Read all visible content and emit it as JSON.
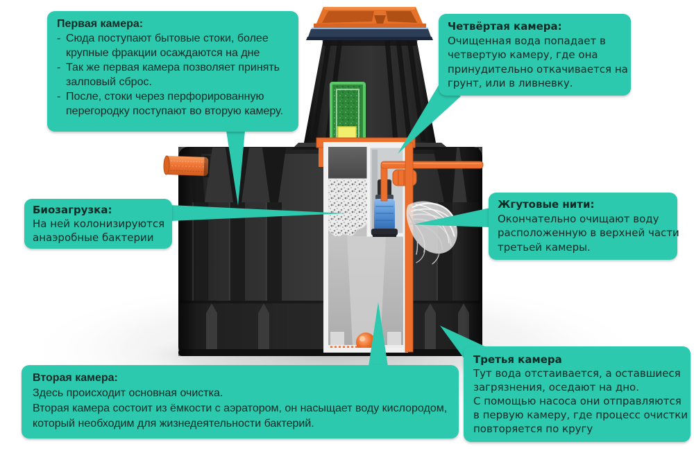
{
  "colors": {
    "callout_bg": "#2cc9ae",
    "callout_text": "#0d2a25",
    "orange": "#ed6f2e",
    "navy_rim": "#2d3d56",
    "green_box": "#5bc86a",
    "yellow_block": "#f2ef6d",
    "pump_blue": "#5b97d8",
    "tank_dark": "#2b2b2b"
  },
  "callouts": {
    "first": {
      "title": "Первая камера:",
      "dash": "-",
      "lines": [
        "Сюда поступают бытовые стоки, более",
        "крупные фракции осаждаются на дне",
        "Так же первая камера позволяет принять",
        "залповый сброс.",
        "После, стоки через перфорированную",
        "перегородку поступают во вторую камеру."
      ]
    },
    "fourth": {
      "title": "Четвёртая камера:",
      "lines": [
        "Очищенная вода попадает в",
        "четвертую камеру, где она",
        "принудительно откачивается на",
        "грунт, или в ливневку."
      ]
    },
    "bio": {
      "title": "Биозагрузка:",
      "lines": [
        "На ней колонизируются",
        "анаэробные бактерии"
      ]
    },
    "fibers": {
      "title": "Жгутовые нити:",
      "lines": [
        "Окончательно очищают воду",
        "расположенную в верхней части",
        "третьей камеры."
      ]
    },
    "second": {
      "title": "Вторая камера:",
      "lines": [
        "Здесь происходит основная очистка.",
        "Вторая камера состоит из ёмкости с аэратором, он насыщает воду кислородом,",
        "который необходим для жизнедеятельности бактерий."
      ]
    },
    "third": {
      "title": "Третья камера",
      "lines": [
        "Тут вода отстаивается, а оставшиеся",
        "загрязнения, оседают на дно.",
        "С помощью насоса они отправляются",
        "в первую камеру, где процесс очистки",
        "повторяется по кругу"
      ]
    }
  }
}
